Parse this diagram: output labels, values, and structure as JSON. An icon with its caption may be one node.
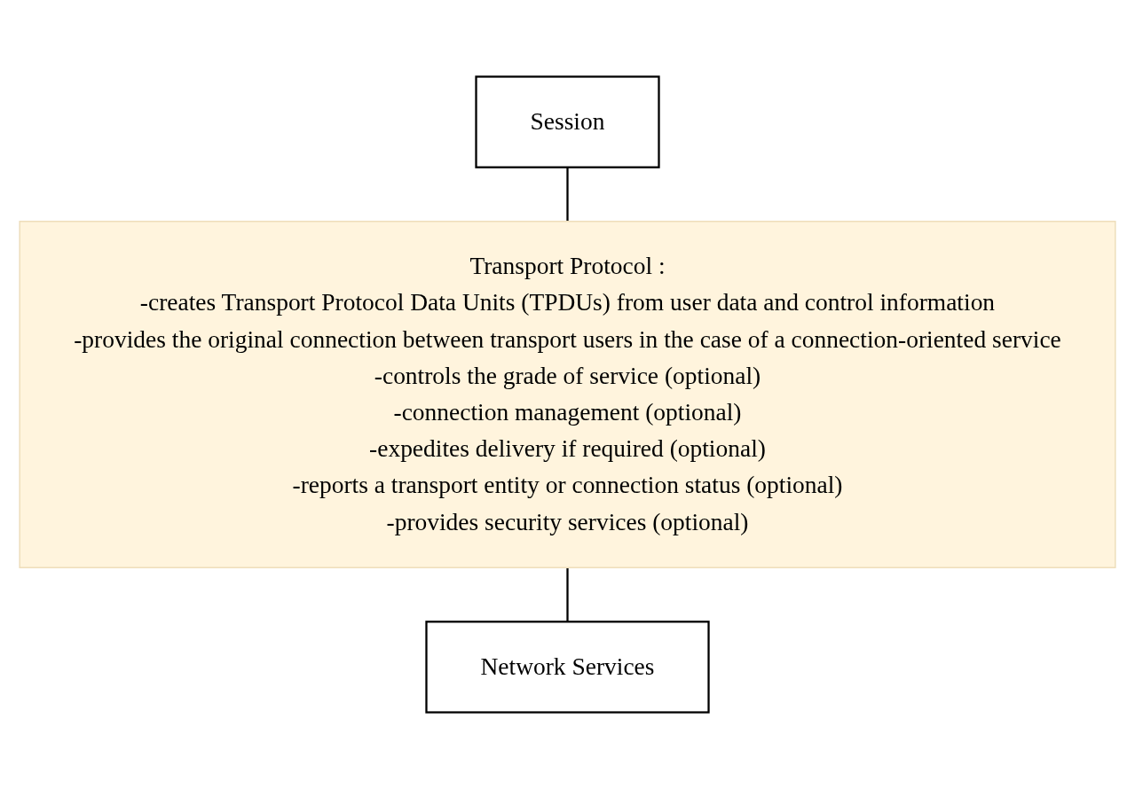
{
  "diagram": {
    "nodes": [
      {
        "text": [
          "Session"
        ]
      },
      {
        "text": [
          "Transport Protocol :",
          "-creates Transport Protocol Data Units (TPDUs) from user data and control information",
          "-provides the original connection between transport users in the case of a connection-oriented service",
          "-controls the grade of service (optional)",
          "-connection management (optional)",
          "-expedites delivery if required (optional)",
          "-reports a transport entity  or connection status (optional)",
          "-provides security services (optional)"
        ]
      },
      {
        "text": [
          "Network Services"
        ]
      }
    ],
    "edges": [
      {
        "from": 0,
        "to": 1,
        "arrow": "none"
      },
      {
        "from": 1,
        "to": 2,
        "arrow": "none"
      }
    ]
  }
}
